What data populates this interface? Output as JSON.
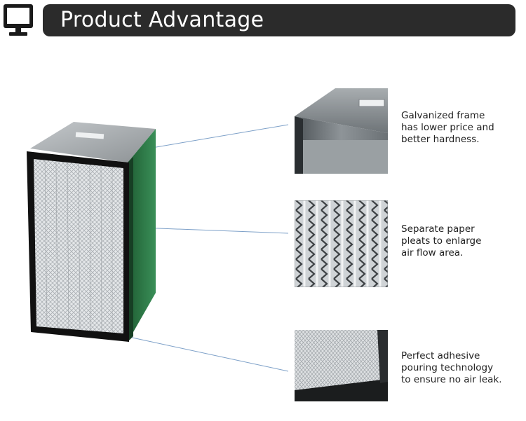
{
  "header": {
    "title": "Product Advantage",
    "icon": "monitor-icon",
    "bar_color": "#2b2b2b",
    "icon_color": "#1a1a1a"
  },
  "features": [
    {
      "icon": "frame-closeup",
      "lines": [
        "Galvanized frame",
        "has lower price and",
        "better hardness."
      ]
    },
    {
      "icon": "pleats-closeup",
      "lines": [
        "Separate paper",
        "pleats to enlarge",
        "air flow area."
      ]
    },
    {
      "icon": "adhesive-closeup",
      "lines": [
        "Perfect adhesive",
        "pouring technology",
        "to ensure no air leak."
      ]
    }
  ],
  "colors": {
    "leader_line": "#7da0c8",
    "frame_green": "#2e7d4a",
    "frame_metal": "#9aa0a4",
    "filter_media": "#d8dcdf"
  }
}
